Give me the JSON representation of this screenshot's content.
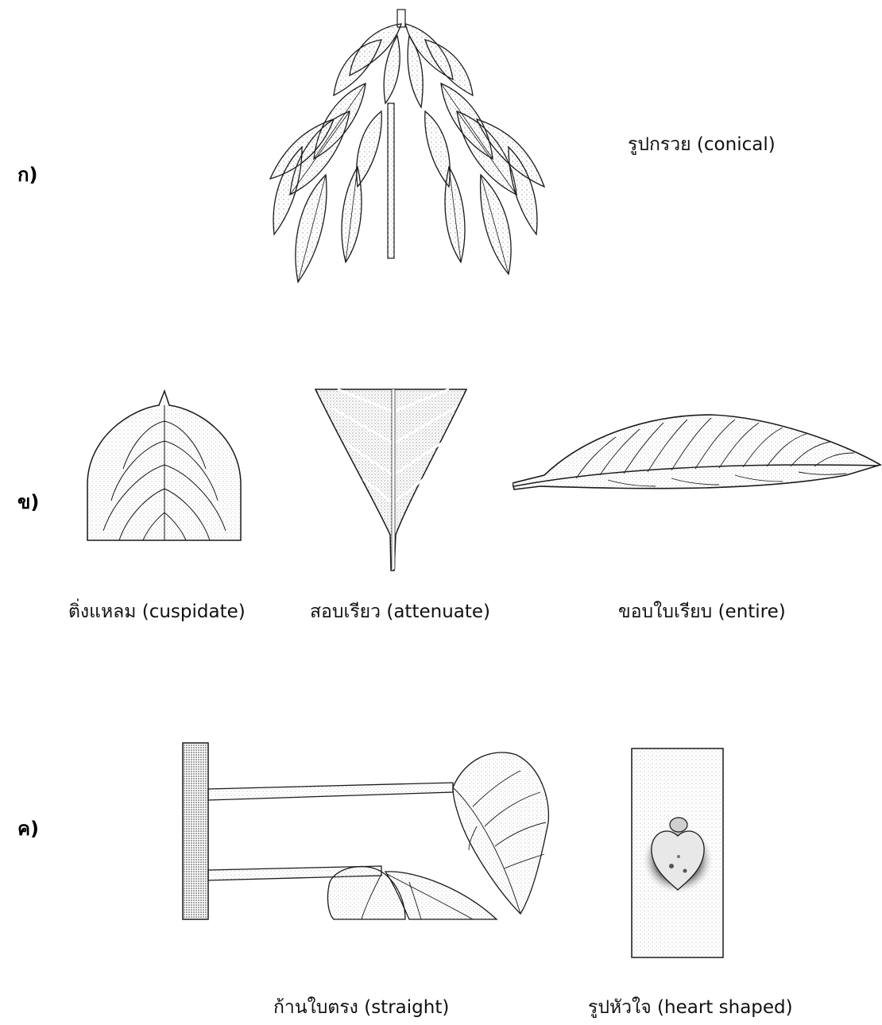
{
  "rows": [
    {
      "label": "ก)"
    },
    {
      "label": "ข)"
    },
    {
      "label": "ค)"
    }
  ],
  "captions": {
    "conical": "รูปกรวย (conical)",
    "cuspidate": "ติ่งแหลม (cuspidate)",
    "attenuate": "สอบเรียว (attenuate)",
    "entire": "ขอบใบเรียบ (entire)",
    "straight": "ก้านใบตรง (straight)",
    "heart_shaped": "รูปหัวใจ (heart shaped)"
  },
  "illustrations": [
    {
      "name": "conical-plant-illustration",
      "depicts": "conical"
    },
    {
      "name": "cuspidate-leaf-illustration",
      "depicts": "cuspidate"
    },
    {
      "name": "attenuate-leaf-illustration",
      "depicts": "attenuate"
    },
    {
      "name": "entire-leaf-illustration",
      "depicts": "entire"
    },
    {
      "name": "straight-petiole-illustration",
      "depicts": "straight"
    },
    {
      "name": "heart-shaped-scar-illustration",
      "depicts": "heart_shaped"
    }
  ],
  "colors": {
    "ink": "#1a1a1a",
    "shade": "#9a9a9a",
    "paper": "#ffffff"
  }
}
